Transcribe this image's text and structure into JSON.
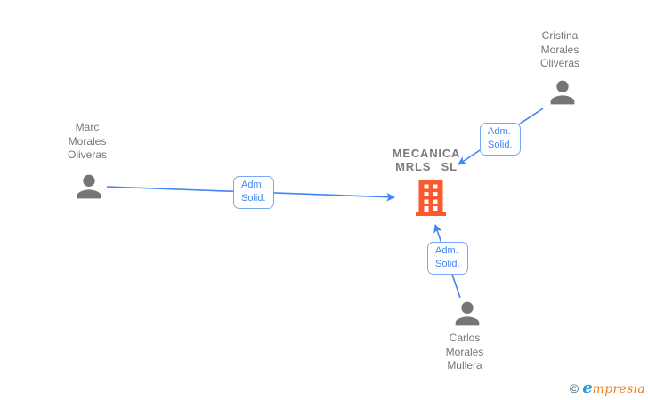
{
  "company": {
    "name_lines": [
      "MECANICA",
      "MRLS SL"
    ],
    "icon": "building-icon",
    "icon_color": "#fa5a2d",
    "text_color": "#7a7a7a"
  },
  "persons": [
    {
      "id": "marc",
      "lines": [
        "Marc",
        "Morales",
        "Oliveras"
      ]
    },
    {
      "id": "cristina",
      "lines": [
        "Cristina",
        "Morales",
        "Oliveras"
      ]
    },
    {
      "id": "carlos",
      "lines": [
        "Carlos",
        "Morales",
        "Mullera"
      ]
    }
  ],
  "relationships": [
    {
      "from": "Marc Morales Oliveras",
      "to": "MECANICA MRLS SL",
      "label_lines": [
        "Adm.",
        "Solid."
      ]
    },
    {
      "from": "Cristina Morales Oliveras",
      "to": "MECANICA MRLS SL",
      "label_lines": [
        "Adm.",
        "Solid."
      ]
    },
    {
      "from": "Carlos Morales Mullera",
      "to": "MECANICA MRLS SL",
      "label_lines": [
        "Adm.",
        "Solid."
      ]
    }
  ],
  "footer": {
    "copyright_symbol": "©",
    "brand_initial": "e",
    "brand_rest": "mpresia"
  },
  "colors": {
    "arrow_blue": "#4285f4",
    "edge_label_border": "#78a9f5",
    "person_gray": "#757575",
    "building_orange": "#fa5a2d",
    "logo_blue": "#2b9cd8",
    "logo_orange": "#ee7f18",
    "copyright_teal": "#3e6c76",
    "background": "#ffffff"
  }
}
